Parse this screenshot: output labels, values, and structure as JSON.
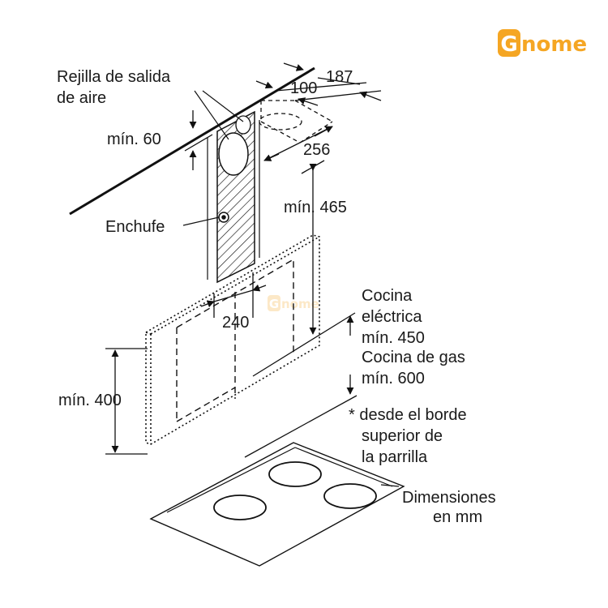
{
  "logo": {
    "letter": "G",
    "rest": "nome",
    "color": "#f5a623"
  },
  "watermark": {
    "letter": "G",
    "rest": "nome"
  },
  "labels": {
    "rejilla_line1": "Rejilla de salida",
    "rejilla_line2": "de aire",
    "min60": "mín. 60",
    "enchufe": "Enchufe",
    "d187": "187",
    "d100": "100",
    "d256": "256",
    "min465": "mín. 465",
    "d240": "240",
    "min400": "mín. 400",
    "cocina_line1": "Cocina",
    "cocina_line2": "eléctrica",
    "cocina_line3": "mín. 450",
    "cocina_line4": "Cocina de gas",
    "cocina_line5": "mín. 600",
    "nota_line1": "* desde el borde",
    "nota_line2": "superior de",
    "nota_line3": "la parrilla",
    "dim_line1": "Dimensiones",
    "dim_line2": "en mm"
  },
  "colors": {
    "line": "#111111",
    "accent": "#f5a623"
  }
}
